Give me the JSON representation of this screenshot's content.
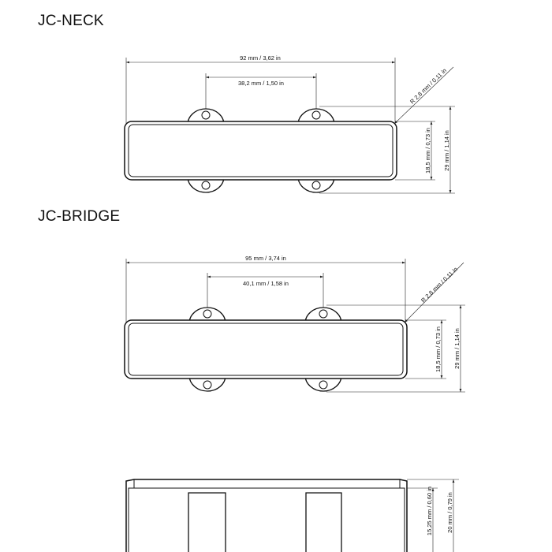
{
  "titles": {
    "neck": "JC-NECK",
    "bridge": "JC-BRIDGE"
  },
  "neck": {
    "length": "92 mm / 3,62 in",
    "hole_spacing": "38,2 mm / 1,50 in",
    "radius": "R 2,8 mm / 0,11 in",
    "body_width": "18,5 mm / 0,73 in",
    "total_width": "29 mm / 1,14 in"
  },
  "bridge": {
    "length": "95 mm / 3,74 in",
    "hole_spacing": "40,1 mm / 1,58 in",
    "radius": "R 2,8 mm / 0,11 in",
    "body_width": "18,5 mm / 0,73 in",
    "total_width": "29 mm / 1,14 in"
  },
  "side": {
    "body_height": "15,25 mm / 0,60 in",
    "total_height": "20 mm / 0,79 in"
  },
  "colors": {
    "outline": "#111111",
    "dimension": "#222222"
  }
}
